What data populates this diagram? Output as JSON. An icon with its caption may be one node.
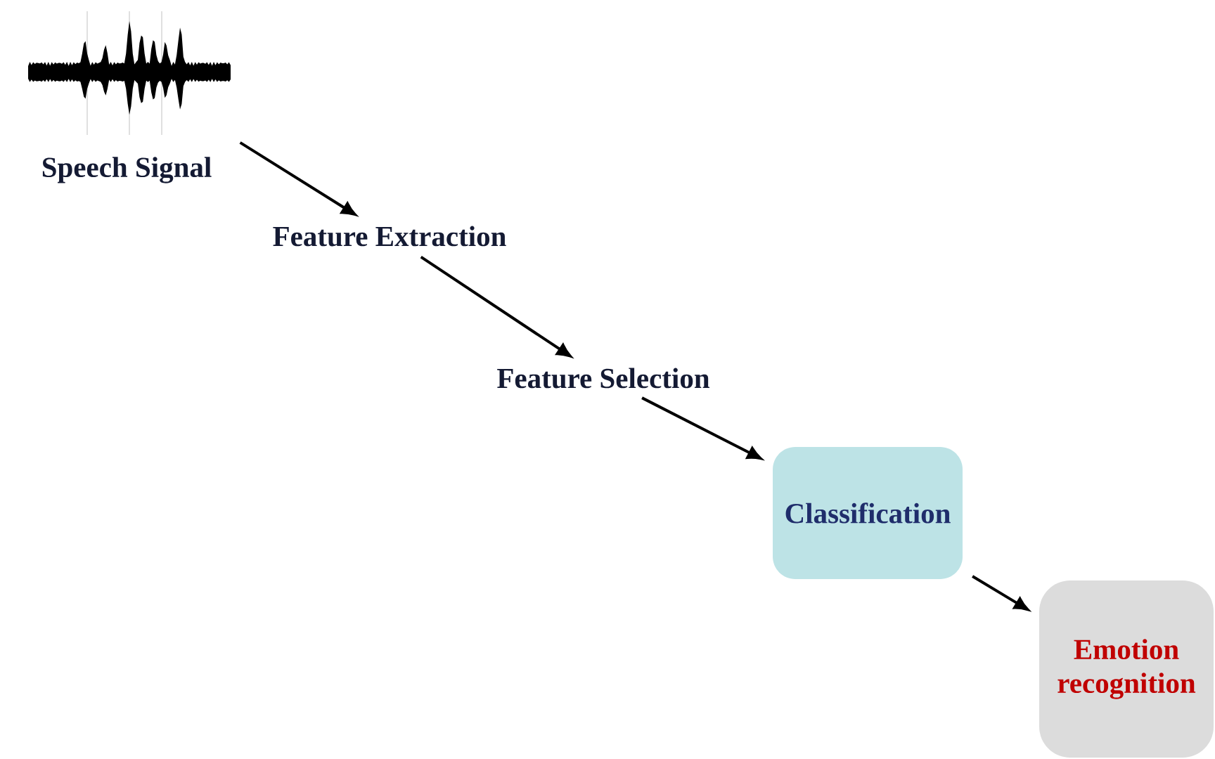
{
  "diagram": {
    "nodes": [
      {
        "text": [],
        "shape": "picture",
        "beside": [
          "Speech Signal"
        ]
      },
      {
        "text": [
          "Feature Extraction"
        ]
      },
      {
        "text": [
          "Feature Selection"
        ]
      },
      {
        "text": [
          "Classification"
        ]
      },
      {
        "text": [
          "Emotion recognition"
        ]
      }
    ],
    "edges": [
      {
        "from": 0,
        "to": 1,
        "arrow": "to"
      },
      {
        "from": 1,
        "to": 2,
        "arrow": "to"
      },
      {
        "from": 2,
        "to": 3,
        "arrow": "to"
      },
      {
        "from": 3,
        "to": 4,
        "arrow": "to"
      }
    ]
  }
}
